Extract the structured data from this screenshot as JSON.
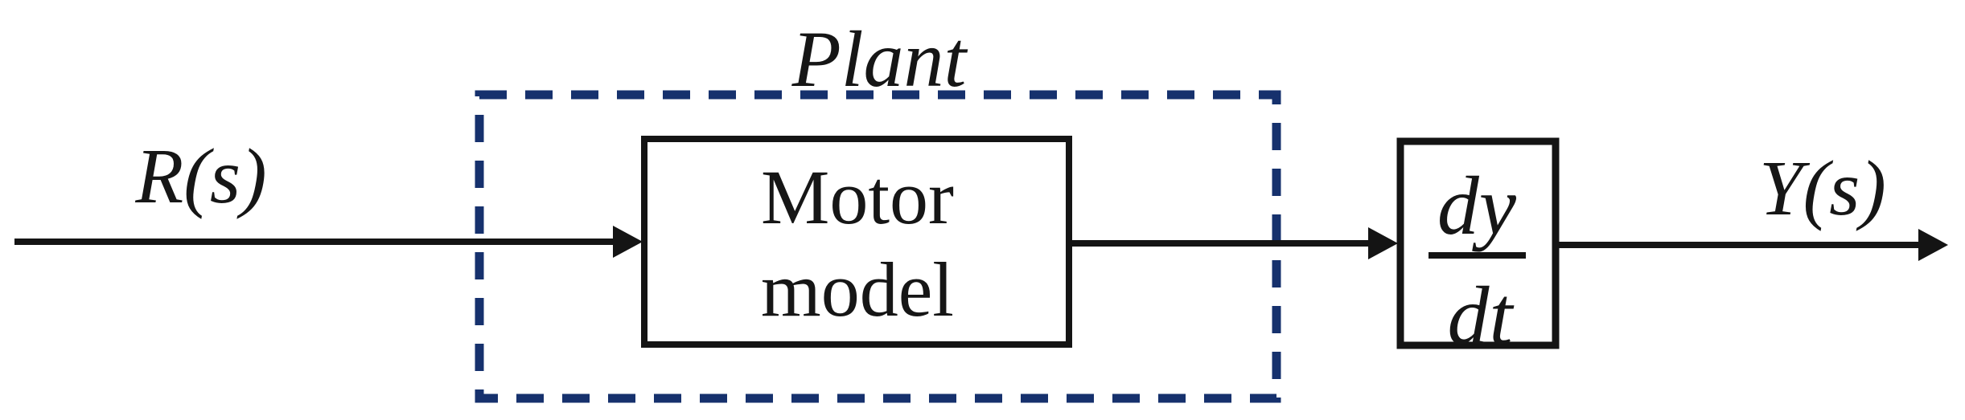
{
  "diagram": {
    "type": "control-system-block-diagram",
    "colors": {
      "background": "#ffffff",
      "line": "#141414",
      "plant_boundary": "#16316d"
    },
    "input": {
      "label": "R(s)"
    },
    "plant": {
      "label": "Plant",
      "motor_block": {
        "line1": "Motor",
        "line2": "model"
      }
    },
    "derivative_block": {
      "numerator": "dy",
      "denominator": "dt"
    },
    "output": {
      "label": "Y(s)"
    }
  }
}
